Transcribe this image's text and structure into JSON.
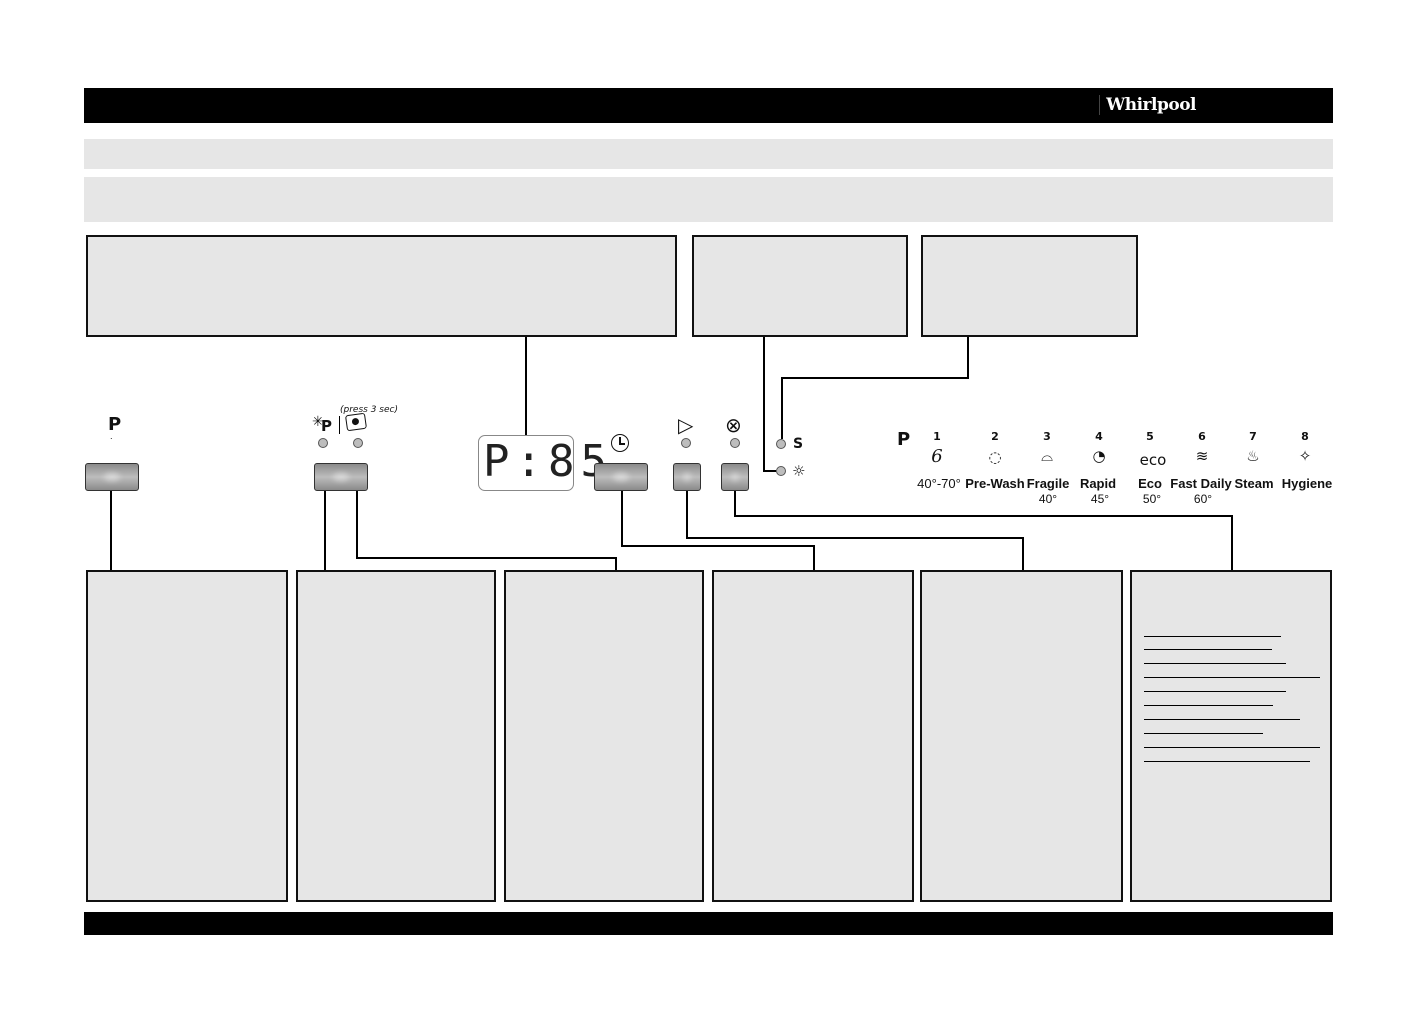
{
  "header": {
    "brand": "Whirlpool"
  },
  "panel": {
    "program_button_label": "P",
    "program_dot": ".",
    "press_note": "(press 3 sec)",
    "option_p_label": "P",
    "display_text": "P:85",
    "start_symbol": "▷",
    "cancel_symbol": "⊗",
    "salt_symbol": "S",
    "rinse_symbol": "☼"
  },
  "programs": {
    "p_label": "P",
    "items": [
      {
        "num": "1",
        "name": "40°-70°",
        "temp": "",
        "icon": "6th-sense-icon"
      },
      {
        "num": "2",
        "name": "Pre-Wash",
        "temp": "",
        "icon": "prewash-icon"
      },
      {
        "num": "3",
        "name": "Fragile",
        "temp": "40°",
        "icon": "glasses-icon"
      },
      {
        "num": "4",
        "name": "Rapid",
        "temp": "45°",
        "icon": "rapid-icon"
      },
      {
        "num": "5",
        "name": "Eco",
        "temp": "50°",
        "icon": "eco-icon"
      },
      {
        "num": "6",
        "name": "Fast Daily",
        "temp": "60°",
        "icon": "fast-daily-icon"
      },
      {
        "num": "7",
        "name": "Steam",
        "temp": "",
        "icon": "steam-icon"
      },
      {
        "num": "8",
        "name": "Hygiene",
        "temp": "",
        "icon": "hygiene-icon"
      }
    ],
    "icon_text": {
      "sense": "6",
      "eco": "eco"
    }
  },
  "colors": {
    "bar": "#000000",
    "panel_fill": "#e6e6e6",
    "button_fill": "#a8a8a8"
  }
}
